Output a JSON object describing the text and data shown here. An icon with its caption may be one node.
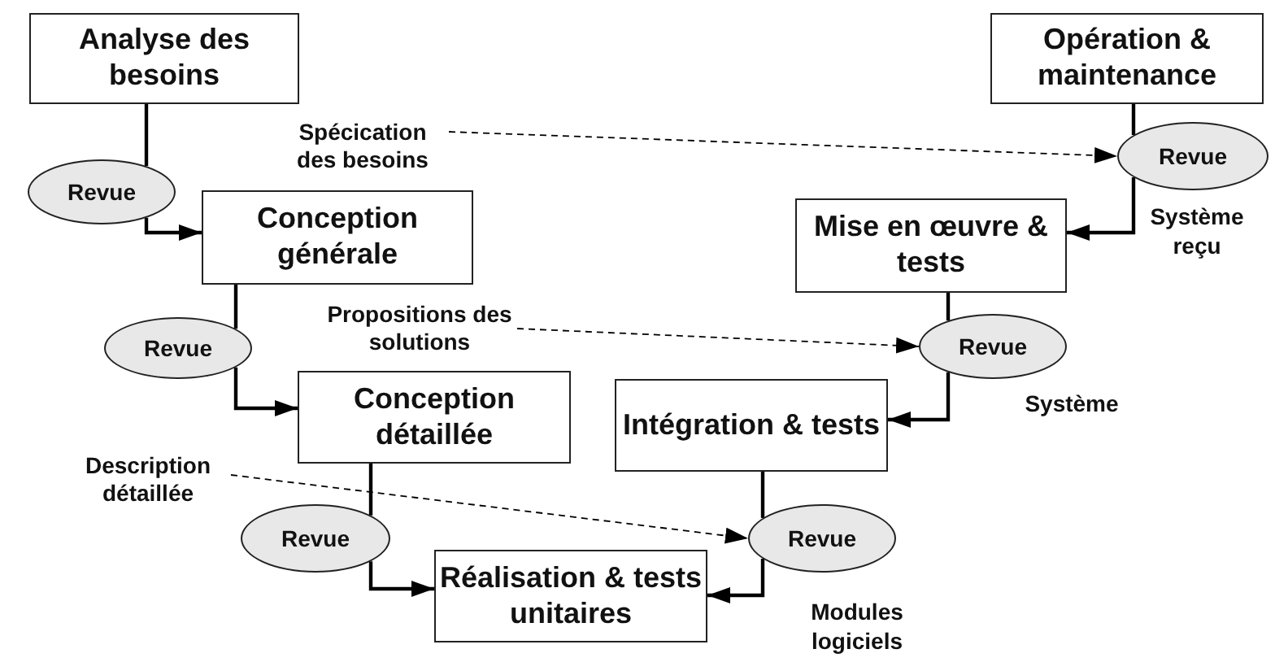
{
  "diagram": {
    "nodes": [
      {
        "text": [
          "Analyse des besoins"
        ]
      },
      {
        "text": [
          "Revue"
        ]
      },
      {
        "text": [
          "Conception générale"
        ]
      },
      {
        "text": [
          "Revue"
        ]
      },
      {
        "text": [
          "Conception détaillée"
        ]
      },
      {
        "text": [
          "Revue"
        ]
      },
      {
        "text": [
          "Réalisation & tests unitaires"
        ]
      },
      {
        "text": [
          "Revue"
        ]
      },
      {
        "text": [
          "Intégration & tests"
        ]
      },
      {
        "text": [
          "Revue"
        ]
      },
      {
        "text": [
          "Mise en œuvre & tests"
        ]
      },
      {
        "text": [
          "Revue"
        ]
      },
      {
        "text": [
          "Opération & maintenance"
        ]
      },
      {
        "text": [
          "Spécication des besoins"
        ]
      },
      {
        "text": [
          "Propositions des solutions"
        ]
      },
      {
        "text": [
          "Description détaillée"
        ]
      }
    ],
    "edges": [
      {
        "from": 0,
        "to": 1,
        "arrow": "none"
      },
      {
        "from": 1,
        "to": 2,
        "arrow": "to"
      },
      {
        "from": 2,
        "to": 3,
        "arrow": "none"
      },
      {
        "from": 3,
        "to": 4,
        "arrow": "to"
      },
      {
        "from": 4,
        "to": 5,
        "arrow": "none"
      },
      {
        "from": 5,
        "to": 6,
        "arrow": "to"
      },
      {
        "from": 7,
        "to": 6,
        "arrow": "to"
      },
      {
        "from": 8,
        "to": 7,
        "arrow": "none"
      },
      {
        "from": 9,
        "to": 8,
        "arrow": "to"
      },
      {
        "from": 10,
        "to": 9,
        "arrow": "none"
      },
      {
        "from": 11,
        "to": 10,
        "arrow": "to"
      },
      {
        "from": 12,
        "to": 11,
        "arrow": "none"
      },
      {
        "from": 13,
        "to": 11,
        "arrow": "to",
        "style": "dashed"
      },
      {
        "from": 14,
        "to": 9,
        "arrow": "to",
        "style": "dashed"
      },
      {
        "from": 15,
        "to": 7,
        "arrow": "to",
        "style": "dashed"
      }
    ],
    "labels": [
      "Système reçu",
      "Système",
      "Modules logiciels"
    ]
  }
}
